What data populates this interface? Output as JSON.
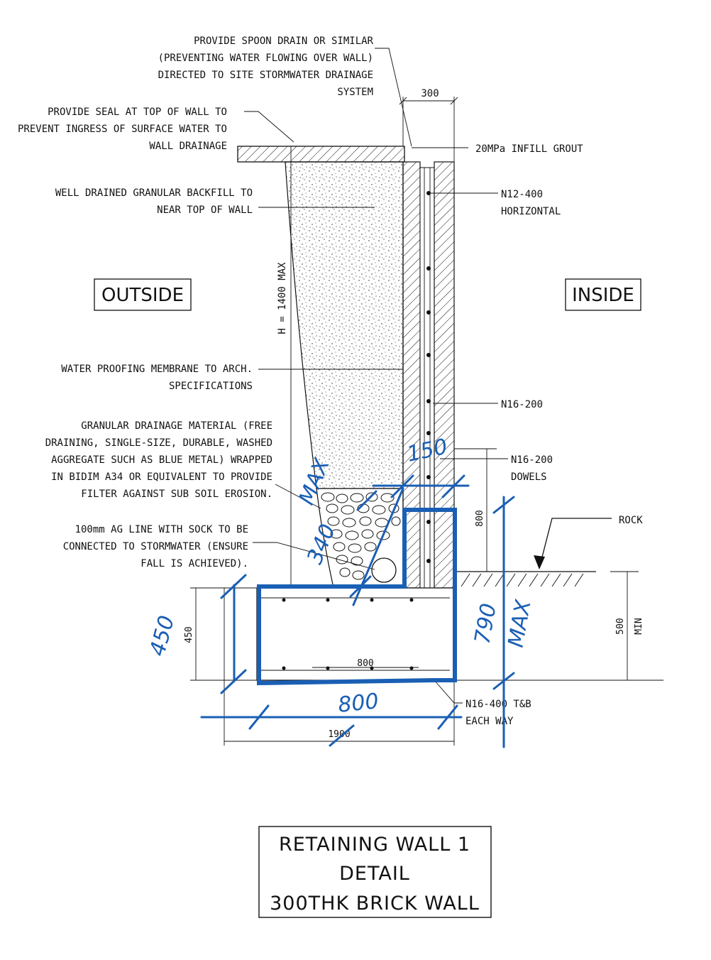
{
  "notes": {
    "spoon_drain": [
      "PROVIDE SPOON DRAIN OR SIMILAR",
      "(PREVENTING WATER FLOWING OVER WALL)",
      "DIRECTED TO SITE STORMWATER DRAINAGE",
      "SYSTEM"
    ],
    "seal": [
      "PROVIDE SEAL AT TOP OF WALL TO",
      "PREVENT INGRESS OF SURFACE WATER TO",
      "WALL DRAINAGE"
    ],
    "backfill": [
      "WELL DRAINED GRANULAR BACKFILL TO",
      "NEAR TOP OF WALL"
    ],
    "membrane": [
      "WATER PROOFING MEMBRANE TO ARCH.",
      "SPECIFICATIONS"
    ],
    "drainage_material": [
      "GRANULAR DRAINAGE MATERIAL (FREE",
      "DRAINING, SINGLE-SIZE, DURABLE, WASHED",
      "AGGREGATE SUCH AS BLUE METAL) WRAPPED",
      "IN BIDIM A34 OR EQUIVALENT TO PROVIDE",
      "FILTER AGAINST SUB SOIL EROSION."
    ],
    "ag_line": [
      "100mm AG LINE WITH SOCK TO BE",
      "CONNECTED TO  STORMWATER (ENSURE",
      "FALL IS ACHIEVED)."
    ],
    "grout": "20MPa INFILL GROUT",
    "n12": [
      "N12-400",
      "HORIZONTAL"
    ],
    "n16_200": "N16-200",
    "dowels": [
      "N16-200",
      "DOWELS"
    ],
    "rock": "ROCK",
    "n16_400": [
      "N16-400 T&B",
      "EACH WAY"
    ]
  },
  "labels": {
    "outside": "OUTSIDE",
    "inside": "INSIDE"
  },
  "dimensions": {
    "d300": "300",
    "height": "H = 1400 MAX",
    "d800_vert": "800",
    "d500_value": "500",
    "d500_min": "MIN",
    "d450": "450",
    "d800_footing": "800",
    "d1900": "1900"
  },
  "markup": {
    "m150": "150",
    "m340": "340",
    "m_max_left": "MAX",
    "m450": "450",
    "m800": "800",
    "m790": "790",
    "m_max_right": "MAX"
  },
  "title_block": [
    "RETAINING WALL 1",
    "DETAIL",
    "300THK BRICK WALL"
  ],
  "colors": {
    "ink": "#111111",
    "markup_blue": "#1a5fb4",
    "background": "#ffffff"
  }
}
